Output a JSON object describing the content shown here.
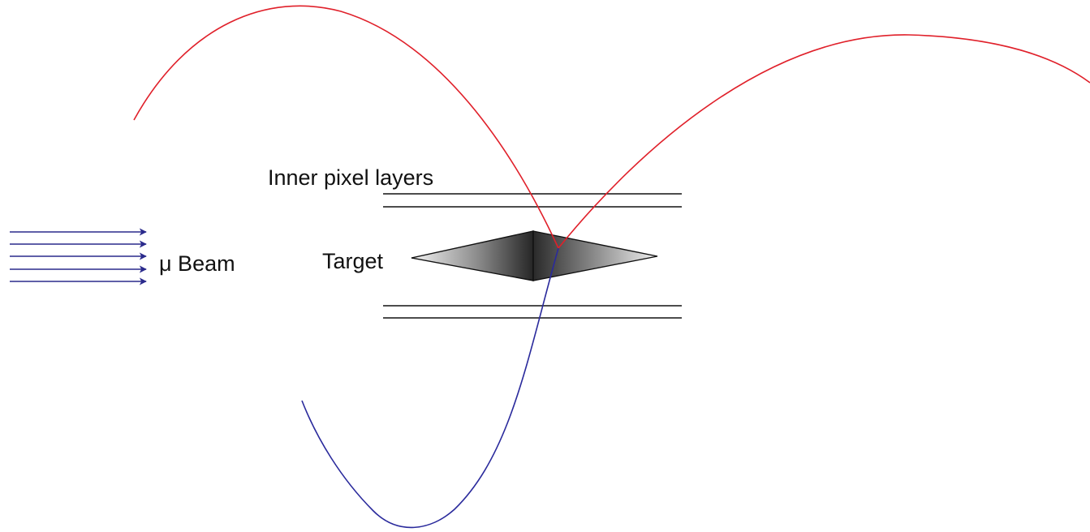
{
  "labels": {
    "inner_layers": "Inner pixel layers",
    "beam": "μ Beam",
    "target": "Target"
  },
  "colors": {
    "beam_arrows": "#2a2a8c",
    "electron_track_red": "#e0202a",
    "electron_track_blue": "#2a2a9c",
    "layer_lines": "#111111",
    "target_dark": "#2c2c2c",
    "target_light": "#f2f2f2"
  },
  "beam": {
    "arrow_count": 5
  }
}
